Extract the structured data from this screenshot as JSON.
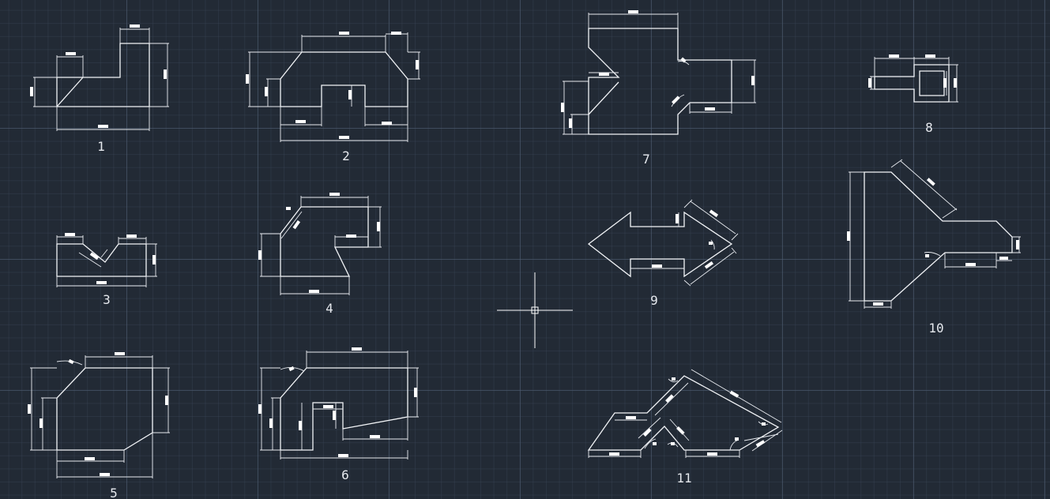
{
  "canvas": {
    "background": "#222a35",
    "line_color": "#f2f4f7",
    "grid_color": "#3c4858"
  },
  "figures": [
    {
      "id": "fig-1",
      "label": "1"
    },
    {
      "id": "fig-2",
      "label": "2"
    },
    {
      "id": "fig-3",
      "label": "3"
    },
    {
      "id": "fig-4",
      "label": "4"
    },
    {
      "id": "fig-5",
      "label": "5"
    },
    {
      "id": "fig-6",
      "label": "6"
    },
    {
      "id": "fig-7",
      "label": "7"
    },
    {
      "id": "fig-8",
      "label": "8"
    },
    {
      "id": "fig-9",
      "label": "9"
    },
    {
      "id": "fig-10",
      "label": "10"
    },
    {
      "id": "fig-11",
      "label": "11"
    }
  ],
  "cursor": {
    "icon": "crosshair-cursor-icon"
  }
}
